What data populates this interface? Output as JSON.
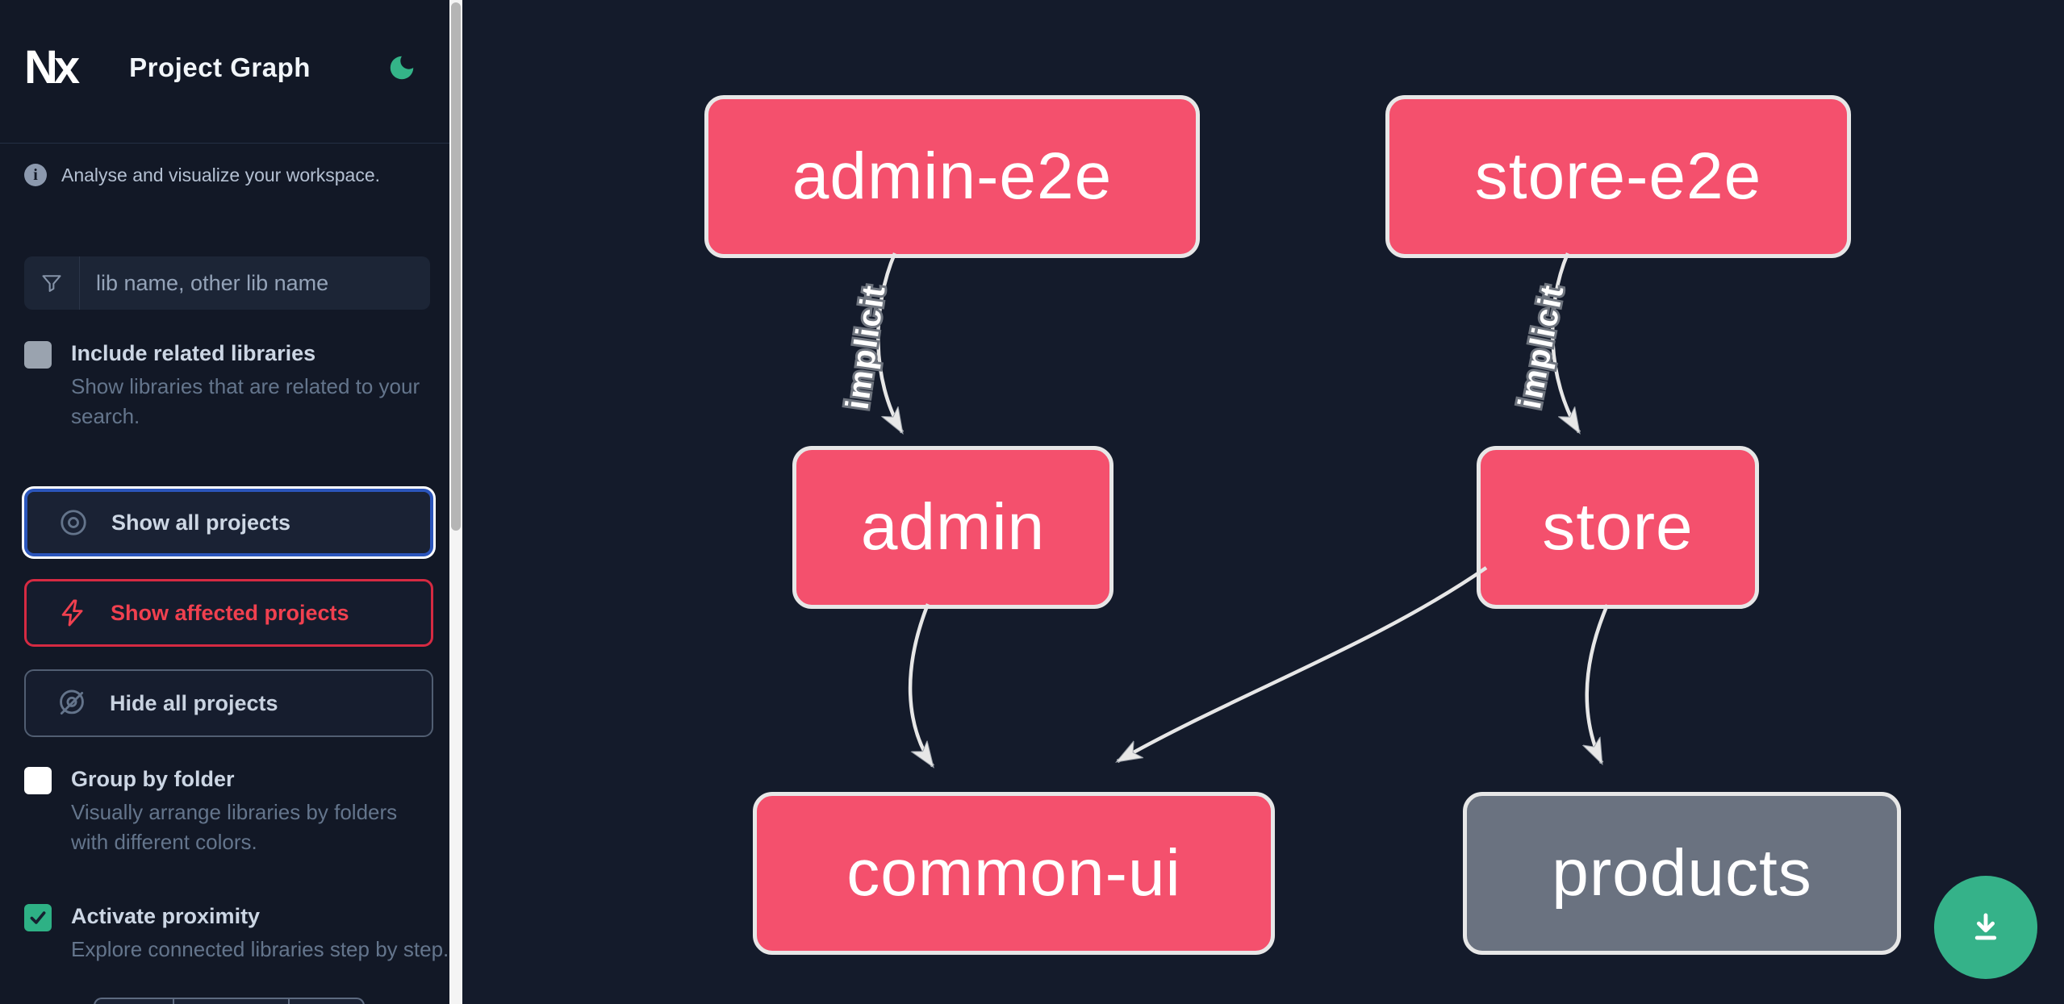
{
  "header": {
    "logo_text": "Nx",
    "title": "Project Graph"
  },
  "sidebar": {
    "tagline": "Analyse and visualize your workspace.",
    "search_placeholder": "lib name, other lib name",
    "options": [
      {
        "label": "Include related libraries",
        "description": "Show libraries that are related to your search.",
        "checked": false
      },
      {
        "label": "Group by folder",
        "description": "Visually arrange libraries by folders with different colors.",
        "checked": false
      },
      {
        "label": "Activate proximity",
        "description": "Explore connected libraries step by step.",
        "checked": true
      }
    ],
    "buttons": [
      {
        "label": "Show all projects",
        "icon": "eye-icon",
        "state": "focused"
      },
      {
        "label": "Show affected projects",
        "icon": "bolt-icon",
        "state": "affected"
      },
      {
        "label": "Hide all projects",
        "icon": "eye-off-icon",
        "state": "default"
      }
    ]
  },
  "graph": {
    "nodes": [
      {
        "id": "admin-e2e",
        "label": "admin-e2e",
        "color": "pink"
      },
      {
        "id": "store-e2e",
        "label": "store-e2e",
        "color": "pink"
      },
      {
        "id": "admin",
        "label": "admin",
        "color": "pink"
      },
      {
        "id": "store",
        "label": "store",
        "color": "pink"
      },
      {
        "id": "common-ui",
        "label": "common-ui",
        "color": "pink"
      },
      {
        "id": "products",
        "label": "products",
        "color": "gray"
      }
    ],
    "edges": [
      {
        "source": "admin-e2e",
        "target": "admin",
        "label": "implicit"
      },
      {
        "source": "store-e2e",
        "target": "store",
        "label": "implicit"
      },
      {
        "source": "admin",
        "target": "common-ui",
        "label": ""
      },
      {
        "source": "store",
        "target": "common-ui",
        "label": ""
      },
      {
        "source": "store",
        "target": "products",
        "label": ""
      }
    ]
  },
  "colors": {
    "background": "#141b2b",
    "node_pink": "#f4506d",
    "node_gray": "#6a7280",
    "node_border": "#e7e7e7",
    "accent_green": "#35b289",
    "focus_blue": "#2b55bb",
    "affected_red": "#d62a42"
  },
  "fab": {
    "icon": "download-icon"
  }
}
